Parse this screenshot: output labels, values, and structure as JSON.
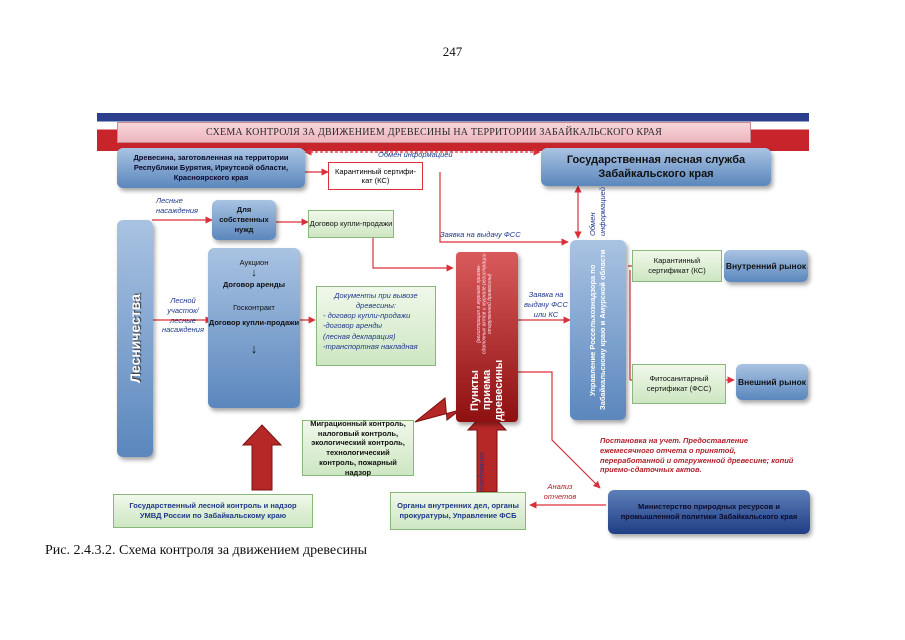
{
  "page_number": "247",
  "caption": "Рис. 2.4.3.2. Схема  контроля за движением древесины",
  "diagram": {
    "title": "СХЕМА КОНТРОЛЯ ЗА ДВИЖЕНИЕМ ДРЕВЕСИНЫ НА ТЕРРИТОРИИ ЗАБАЙКАЛЬСКОГО КРАЯ",
    "nodes": {
      "wood_other_regions": "Древесина, заготовленная на территории Республики Бурятия, Иркутской области, Красноярского края",
      "quarantine_cert_top": "Карантинный сертифи-кат (КС)",
      "state_forest_service": "Государственная лесная служба Забайкальского края",
      "forestries": "Лесничества",
      "own_needs": "Для собственных нужд",
      "purchase_contract": "Договор купли-продажи",
      "auction": "Аукцион",
      "lease_contract": "Договор аренды",
      "gov_contract": "Госконтракт",
      "sale_contract": "Договор купли-продажи",
      "documents_title": "Документы при вывозе древесины:",
      "documents_items": [
        "- договор купли-продажи",
        "-договор аренды",
        "(лесная декларация)",
        "-транспортная накладная"
      ],
      "reception_points": "Пункты приема древесины",
      "reception_points_note": "(регистрация в журнале приема-сдаточных актов и журнале регистрации отгруженной древесины)",
      "rosselkhoznadzor": "Управление Россельхознадзора по Забайкальскому краю и Амурской области",
      "quarantine_cert_right": "Карантинный сертификат (КС)",
      "domestic_market": "Внутренний рынок",
      "phyto_cert": "Фитосанитарный сертификат (ФСС)",
      "foreign_market": "Внешний рынок",
      "controls": "Миграционный контроль, налоговый контроль, экологический контроль, технологический контроль, пожарный надзор",
      "state_forest_control": "Государственный лесной контроль и надзор УМВД России по Забайкальскому краю",
      "law_enforcement": "Органы внутренних дел, органы прокуратуры, Управление ФСБ",
      "ministry": "Министерство природных ресурсов и промышленной политики Забайкальского края"
    },
    "labels": {
      "info_exchange_top": "Обмен информацией",
      "info_exchange_vertical": "Обмен информацией",
      "forest_stands": "Лесные насаждения",
      "forest_plot": "Лесной участок/ лесные насаждения",
      "fss_request_top": "Заявка на выдачу ФСС",
      "fss_request_mid": "Заявка на выдачу ФСС или КС",
      "registration": "Постановка на учет. Предоставление ежемесячного отчета о принятой, переработанной и отгруженной древесине; копий приемо-сдаточных актов.",
      "report_analysis": "Анализ отчетов",
      "investigation": "Расследование"
    },
    "colors": {
      "blue_box": "#5b87bd",
      "navy_box": "#203e86",
      "red_box": "#8f1010",
      "green_box": "#cde6c2",
      "arrow_red": "#d9303a",
      "label_blue": "#1f3a8a"
    }
  }
}
